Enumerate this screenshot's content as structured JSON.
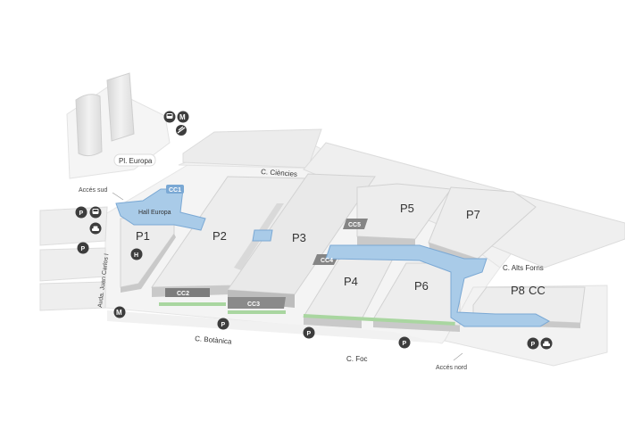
{
  "labels": {
    "pl_europa": "Pl. Europa",
    "c_ciencies": "C. Ciències",
    "acces_sud": "Accés sud",
    "hall_europa": "Hall Europa",
    "avda_juan_carlos": "Avda. Juan Carlos I",
    "c_botanica": "C. Botànica",
    "c_foc": "C. Foc",
    "c_alts_forns": "C. Alts Forns",
    "acces_nord": "Accés nord"
  },
  "halls": {
    "p1": "P1",
    "p2": "P2",
    "p3": "P3",
    "p4": "P4",
    "p5": "P5",
    "p6": "P6",
    "p7": "P7",
    "p8": "P8",
    "cc": "CC"
  },
  "congress": {
    "cc1": "CC1",
    "cc2": "CC2",
    "cc3": "CC3",
    "cc4": "CC4",
    "cc5": "CC5"
  },
  "symbols": {
    "parking": "P",
    "metro": "M",
    "hotel": "H"
  },
  "colors": {
    "building": "#ededed",
    "building_side": "#c9c9c9",
    "ground": "#f4f4f4",
    "walkway": "#a9cbe8",
    "walkway_stroke": "#7aa8d4",
    "badge": "#3d3d3d",
    "green_strip": "#a9d6a0"
  },
  "icons": [
    "bus-icon",
    "metro-icon",
    "train-icon",
    "taxi-icon",
    "hotel-icon",
    "parking-icon"
  ]
}
